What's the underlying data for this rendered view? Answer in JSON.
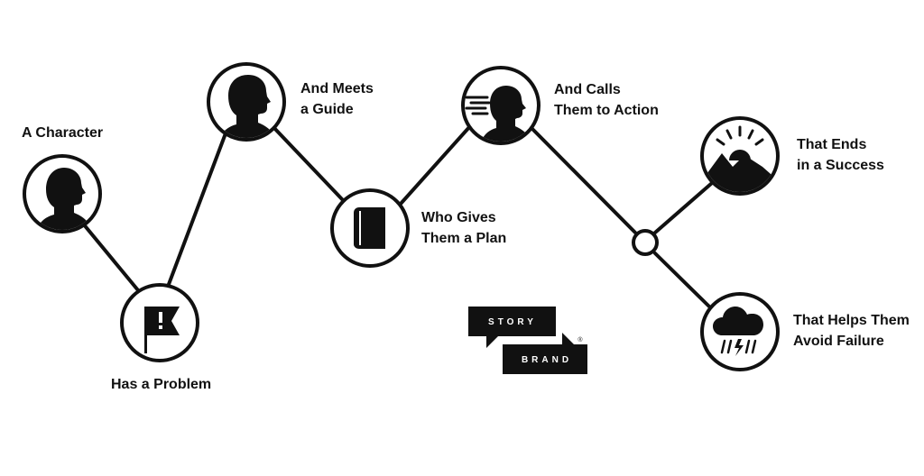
{
  "steps": [
    {
      "id": "character",
      "lines": [
        "A Character"
      ],
      "icon": "character-head-icon"
    },
    {
      "id": "problem",
      "lines": [
        "Has a Problem"
      ],
      "icon": "flag-exclamation-icon"
    },
    {
      "id": "guide",
      "lines": [
        "And Meets",
        "a Guide"
      ],
      "icon": "guide-head-icon"
    },
    {
      "id": "plan",
      "lines": [
        "Who Gives",
        "Them a Plan"
      ],
      "icon": "book-icon"
    },
    {
      "id": "action",
      "lines": [
        "And Calls",
        "Them to Action"
      ],
      "icon": "moving-head-icon"
    },
    {
      "id": "success",
      "lines": [
        "That Ends",
        "in a Success"
      ],
      "icon": "mountain-sunrise-icon"
    },
    {
      "id": "failure",
      "lines": [
        "That Helps Them",
        "Avoid Failure"
      ],
      "icon": "storm-cloud-icon"
    }
  ],
  "logo": {
    "top_word": "STORY",
    "bottom_word": "BRAND",
    "mark": "®"
  },
  "colors": {
    "ink": "#111111",
    "background": "#ffffff"
  }
}
